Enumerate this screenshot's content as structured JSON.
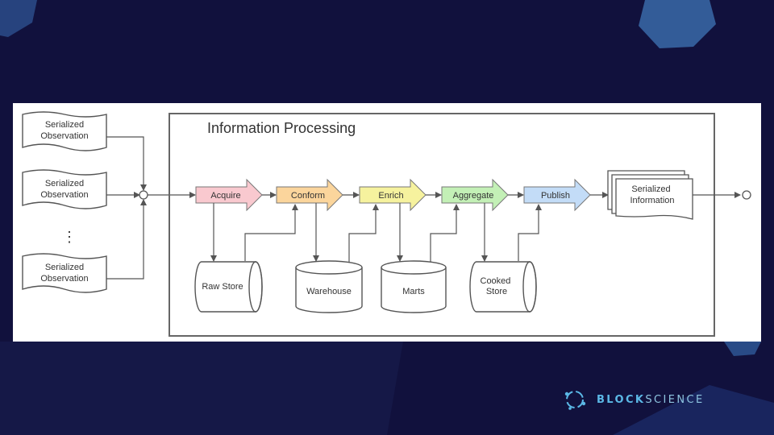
{
  "title": "Information Processing",
  "inputs": [
    "Serialized Observation",
    "Serialized Observation",
    "Serialized Observation"
  ],
  "ellipsis": "⋮",
  "stages": [
    {
      "label": "Acquire",
      "color": "#f9c9cf"
    },
    {
      "label": "Conform",
      "color": "#fbd59c"
    },
    {
      "label": "Enrich",
      "color": "#f6f29e"
    },
    {
      "label": "Aggregate",
      "color": "#c3f0b6"
    },
    {
      "label": "Publish",
      "color": "#c3dcf7"
    }
  ],
  "stores": [
    "Raw Store",
    "Warehouse",
    "Marts",
    "Cooked Store"
  ],
  "output": "Serialized Information",
  "brand": {
    "bold": "BLOCK",
    "light": "SCIENCE"
  },
  "colors": {
    "background": "#11113d",
    "brand": "#5bb8e6",
    "stroke": "#555555"
  }
}
